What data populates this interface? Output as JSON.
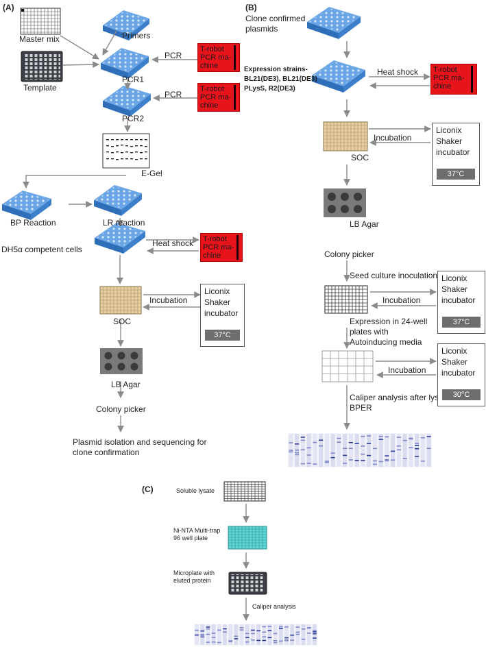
{
  "panels": {
    "a": "(A)",
    "b": "(B)",
    "c": "(C)"
  },
  "panel_a": {
    "master_mix": "Master mix",
    "primers": "Primers",
    "template": "Template",
    "pcr_arrow_1": "PCR",
    "pcr_arrow_2": "PCR",
    "pcr1": "PCR1",
    "pcr2": "PCR2",
    "egel": "E-Gel",
    "bp_reaction": "BP Reaction",
    "lr_reaction": "LR reaction",
    "dh5a": "DH5α competent cells",
    "heat_shock": "Heat shock",
    "incubation": "Incubation",
    "soc": "SOC",
    "lb_agar": "LB Agar",
    "colony_picker": "Colony picker",
    "plasmid_isolation": "Plasmid isolation and sequencing for clone confirmation",
    "robot_1": "T-robot PCR ma-chine",
    "robot_2": "T-robot PCR ma-chine",
    "robot_3": "T-robot PCR ma-chine",
    "shaker_name": "Liconix",
    "shaker_sub": "Shaker incubator",
    "temp": "37°C"
  },
  "panel_b": {
    "clone_confirmed": "Clone confirmed plasmids",
    "expression_strains": "Expression strains- BL21(DE3), BL21(DE3) PLysS, R2(DE3)",
    "heat_shock": "Heat shock",
    "robot": "T-robot PCR ma-chine",
    "incubation_1": "Incubation",
    "incubation_2": "Incubation",
    "incubation_3": "Incubation",
    "soc": "SOC",
    "lb_agar": "LB Agar",
    "colony_picker": "Colony picker",
    "seed_culture": "Seed culture inoculation",
    "expression_24": "Expression in  24-well plates with Autoinducing media",
    "caliper": "Caliper analysis after lysis with BPER",
    "shaker_name": "Liconix",
    "shaker_sub": "Shaker incubator",
    "temp_1": "37°C",
    "temp_2": "37°C",
    "temp_3": "30°C"
  },
  "panel_c": {
    "soluble_lysate": "Soluble lysate",
    "ni_nta": "Ni-NTA Multi-trap 96 well plate",
    "microplate": "Microplate with eluted protein",
    "caliper": "Caliper analysis"
  },
  "colors": {
    "plate_blue": "#4a8fd8",
    "robot_red": "#e8141b",
    "soc_tan": "#e7cfa2",
    "agar_gray": "#7a7a7a",
    "ninta_cyan": "#5fd6d6",
    "arrow_gray": "#888888"
  }
}
